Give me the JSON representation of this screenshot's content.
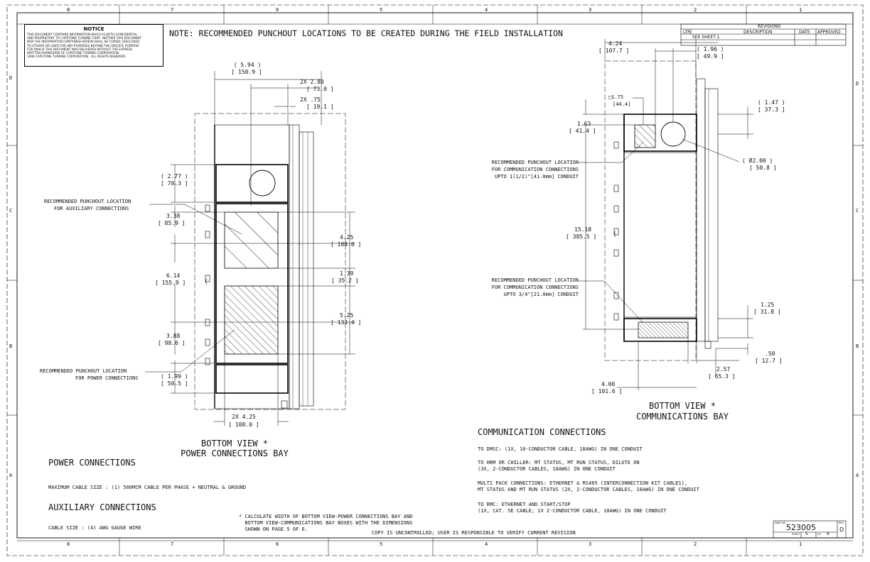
{
  "border": {
    "col_labels": [
      "8",
      "7",
      "6",
      "5",
      "4",
      "3",
      "2",
      "1"
    ],
    "row_labels": [
      "D",
      "C",
      "B",
      "A"
    ]
  },
  "notice": {
    "title": "NOTICE",
    "lines": [
      "THIS DOCUMENT CONTAINS INFORMATION WHICH IS BOTH CONFIDENTIAL",
      "AND PROPRIETARY TO CAPSTONE TURBINE CORP.  NEITHER THIS DOCUMENT",
      "NOR THE INFORMATION CONTAINED HEREIN SHALL BE COPIED, DISCLOSED",
      "TO OTHERS OR USED FOR ANY PURPOSES BEYOND THE SPECIFIC PURPOSE",
      "FOR WHICH THIS DOCUMENT WAS DELIVERED WITHOUT THE EXPRESS",
      "WRITTEN PERMISSION OF CAPSTONE TURBINE CORPORATION.",
      "1996 CAPSTONE TURBINE CORPORATION - ALL RIGHTS RESERVED"
    ]
  },
  "main_note": "NOTE: RECOMMENDED PUNCHOUT LOCATIONS TO BE CREATED DURING THE FIELD INSTALLATION",
  "revisions": {
    "title": "REVISIONS",
    "headers": [
      "LTR",
      "DESCRIPTION",
      "DATE",
      "APPROVED"
    ],
    "row": "SEE SHEET 1"
  },
  "left_view": {
    "dims": {
      "top_width_in": "( 5.94 )",
      "top_width_mm": "[ 150.9 ]",
      "w288_in": "2X 2.88",
      "w288_mm": "[ 73.0 ]",
      "w075_in": "2X .75",
      "w075_mm": "[ 19.1 ]",
      "d277_in": "( 2.77 )",
      "d277_mm": "[ 70.3 ]",
      "d338_in": "3.38",
      "d338_mm": "[ 85.9 ]",
      "d614_in": "6.14",
      "d614_mm": "[ 155.9 ]",
      "d388_in": "3.88",
      "d388_mm": "[ 98.6 ]",
      "d199_in": "( 1.99 )",
      "d199_mm": "[ 50.5 ]",
      "d425r_in": "4.25",
      "d425r_mm": "[ 108.0 ]",
      "d139_in": "1.39",
      "d139_mm": "[ 35.2 ]",
      "d525_in": "5.25",
      "d525_mm": "[ 133.4 ]",
      "bottom_in": "2X 4.25",
      "bottom_mm": "[ 108.0 ]"
    },
    "callout_aux_1": "RECOMMENDED PUNCHOUT LOCATION",
    "callout_aux_2": "FOR AUXILIARY CONNECTIONS",
    "callout_pow_1": "RECOMMENDED PUNCHOUT LOCATION",
    "callout_pow_2": "FOR POWER CONNECTIONS",
    "caption_1": "BOTTOM VIEW *",
    "caption_2": "POWER CONNECTIONS BAY"
  },
  "right_view": {
    "dims": {
      "d424_in": "4.24",
      "d424_mm": "[ 107.7 ]",
      "d196_in": "( 1.96 )",
      "d196_mm": "[ 49.9 ]",
      "sq175_in": "□1.75",
      "sq175_mm": "[44.4]",
      "d163_in": "1.63",
      "d163_mm": "[ 41.4 ]",
      "d147_in": "( 1.47 )",
      "d147_mm": "[ 37.3 ]",
      "dia_in": "( Ø2.00 )",
      "dia_mm": "[ 50.8 ]",
      "d1518_in": "15.18",
      "d1518_mm": "[ 385.5 ]",
      "d125_in": "1.25",
      "d125_mm": "[ 31.8 ]",
      "d050_in": ".50",
      "d050_mm": "[ 12.7 ]",
      "d257_in": "2.57",
      "d257_mm": "[ 65.3 ]",
      "d400_in": "4.00",
      "d400_mm": "[ 101.6 ]"
    },
    "callout_comm1_1": "RECOMMENDED PUNCHOUT LOCATION",
    "callout_comm1_2": "FOR COMMUNICATION CONNECTIONS",
    "callout_comm1_3": "UPTO 1(1/2)\"[41.0mm] CONDUIT",
    "callout_comm2_1": "RECOMMENDED PUNCHOUT LOCATION",
    "callout_comm2_2": "FOR COMMUNICATION CONNECTIONS",
    "callout_comm2_3": "UPTO 3/4\"[21.0mm] CONDUIT",
    "caption_1": "BOTTOM VIEW *",
    "caption_2": "COMMUNICATIONS BAY"
  },
  "power_connections": {
    "heading": "POWER CONNECTIONS",
    "text": "MAXIMUM CABLE SIZE : (1) 500MCM CABLE PER PHASE + NEUTRAL & GROUND"
  },
  "auxiliary_connections": {
    "heading": "AUXILIARY CONNECTIONS",
    "text": "CABLE SIZE : (4) AWG GAUGE WIRE"
  },
  "footnote": {
    "l1": "* CALCULATE WIDTH OF BOTTOM VIEW-POWER CONNECTIONS BAY AND",
    "l2": "  BOTTOM VIEW-COMMUNICATIONS BAY BOXES WITH THE DIMENSIONS",
    "l3": "  SHOWN ON PAGE 5 OF 6."
  },
  "copy_note": "COPY IS UNCONTROLLED; USER IS RESPONSIBLE TO VERIFY CURRENT REVISION",
  "communication_connections": {
    "heading": "COMMUNICATION CONNECTIONS",
    "dmsc": "TO DMSC: (1X, 10-CONDUCTOR CABLE, 18AWG) IN ONE CONDUIT",
    "hrm_1": "TO HRM OR CHILLER: MT STATUS, MT RUN STATUS, DILUTE ON",
    "hrm_2": "(3X, 2-CONDUCTOR CABLES, 18AWG) IN ONE CONDUIT",
    "multi_1": "MULTI PACK CONNECTIONS: ETHERNET & RS485 (INTERCONNECTION KIT CABLES),",
    "multi_2": "MT STATUS AND MT RUN STATUS (2X, 2-CONDUCTOR CABLES, 18AWG) IN ONE CONDUIT",
    "rmc_1": "TO RMC: ETHERNET AND START/STOP",
    "rmc_2": "(1X, CAT. 5E CABLE; 1X 2-CONDUCTOR CABLE, 18AWG) IN ONE CONDUIT"
  },
  "title_block": {
    "dwg_label": "DWG NO",
    "dwg_no": "523005",
    "rev_label": "REV",
    "rev": "D",
    "sheet_label": "SHEET",
    "sheet": "5",
    "of_label": "OF",
    "of": "6"
  }
}
